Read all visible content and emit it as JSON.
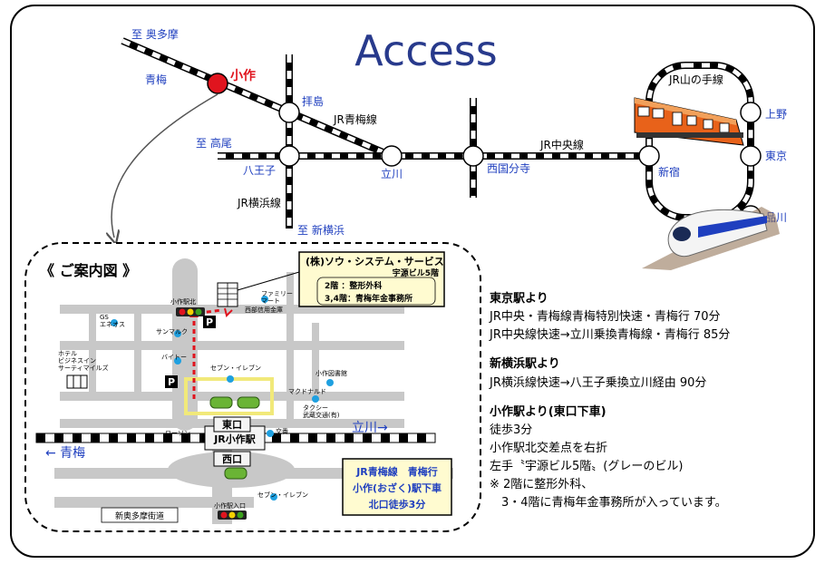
{
  "title": "Access",
  "route_map": {
    "stations": {
      "ozaku": "小作",
      "ome": "青梅",
      "to_okutama": "至 奥多摩",
      "haijima": "拝島",
      "to_takao": "至 高尾",
      "hachioji": "八王子",
      "tachikawa": "立川",
      "nishikokubunji": "西国分寺",
      "shinjuku": "新宿",
      "tokyo": "東京",
      "ueno": "上野",
      "shinagawa": "品川",
      "to_shinyokohama": "至 新横浜"
    },
    "lines": {
      "ome_line": "JR青梅線",
      "chuo_line": "JR中央線",
      "yokohama_line": "JR横浜線",
      "yamanote_line": "JR山の手線"
    }
  },
  "guide_map": {
    "heading": "《 ご案内図 》",
    "company_box": {
      "company": "(株)ソウ・システム・サービス",
      "building": "宇源ビル5階",
      "floor2": "2階 ：整形外科",
      "floor34": "3,4階：青梅年金事務所"
    },
    "labels": {
      "ozaku_north": "小作駅北",
      "family_mart": "ファミリー\nマート",
      "seibu_parking": "西部信用金庫",
      "gs": "GS\nエネオス",
      "sunmark": "サンマルク",
      "hotel": "ホテル\nビジネスイン\nサーティマイルズ",
      "baitoi": "バイトー",
      "seven1": "セブン・イレブン",
      "ozaku_library": "小作図書館",
      "mcdonalds": "マクドナルド",
      "taxi": "タクシー\n武蔵交通(有)",
      "koban": "交番",
      "lawson": "ローソン",
      "seven2": "セブン・イレブン",
      "ozaku_entrance": "小作駅入口",
      "shin_okutama": "新奥多摩街道",
      "east_exit": "東口",
      "west_exit": "西口",
      "station": "JR小作駅",
      "to_tachikawa": "立川→",
      "to_ome": "← 青梅",
      "parking": "P"
    },
    "note_box": {
      "line1": "JR青梅線　青梅行",
      "line2": "小作(おざく)駅下車",
      "line3": "北口徒歩3分"
    }
  },
  "directions": {
    "tokyo": {
      "heading": "東京駅より",
      "line1": "JR中央・青梅線青梅特別快速・青梅行 70分",
      "line2": "JR中央線快速→立川乗換青梅線・青梅行 85分"
    },
    "shinyokohama": {
      "heading": "新横浜駅より",
      "line1": "JR横浜線快速→八王子乗換立川経由 90分"
    },
    "ozaku": {
      "heading": "小作駅より(東口下車)",
      "line1": "徒歩3分",
      "line2": "小作駅北交差点を右折",
      "line3": "左手〝宇源ビル5階〟(グレーのビル)",
      "line4": "※ 2階に整形外科、",
      "line5": "　3・4階に青梅年金事務所が入っています。"
    }
  },
  "colors": {
    "title": "#283a8c",
    "line_blue": "#1f3fbf",
    "ozaku_dot": "#e0141e",
    "highlight_box": "#fffbd0",
    "station_building": "#6ab435",
    "road": "#c8c8c8",
    "train_orange": "#e8621a"
  }
}
